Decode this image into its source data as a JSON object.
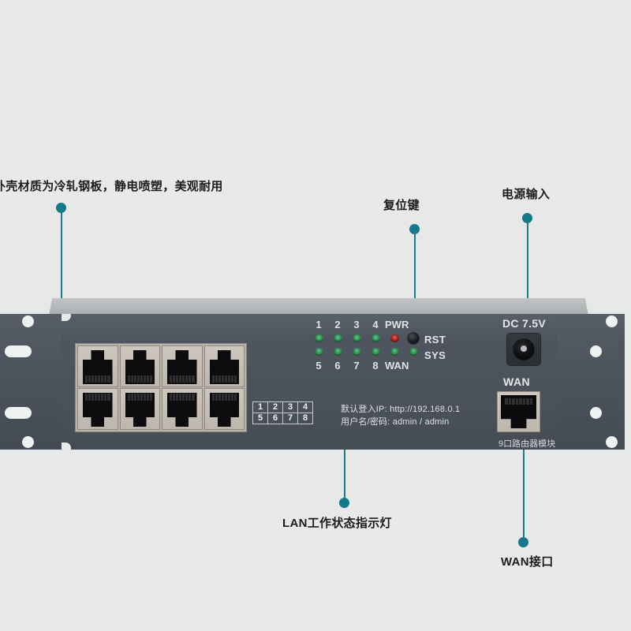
{
  "annotations": {
    "chassis": {
      "label": "外壳材质为冷轧钢板，静电喷塑，美观耐用"
    },
    "reset": {
      "label": "复位键"
    },
    "power_input": {
      "label": "电源输入"
    },
    "lan_leds": {
      "label": "LAN工作状态指示灯"
    },
    "wan_interface": {
      "label": "WAN接口"
    }
  },
  "device": {
    "led_panel": {
      "top_numbers": [
        "1",
        "2",
        "3",
        "4"
      ],
      "top_pwr_label": "PWR",
      "bottom_numbers": [
        "5",
        "6",
        "7",
        "8"
      ],
      "bottom_wan_label": "WAN",
      "rst_label": "RST",
      "sys_label": "SYS",
      "led_colors": {
        "green": "#2f8a50",
        "red": "#a8211d"
      },
      "top_leds": [
        "green",
        "green",
        "green",
        "green",
        "red"
      ],
      "bottom_leds": [
        "green",
        "green",
        "green",
        "green",
        "green",
        "green"
      ]
    },
    "port_grid": {
      "row1": [
        "1",
        "2",
        "3",
        "4"
      ],
      "row2": [
        "5",
        "6",
        "7",
        "8"
      ]
    },
    "info": {
      "line1": "默认登入IP: http://192.168.0.1",
      "line2": "用户名/密码: admin / admin"
    },
    "dc_label": "DC 7.5V",
    "wan_label": "WAN",
    "module_text": "9口路由器模块"
  },
  "colors": {
    "callout": "#15798c",
    "background": "#e8e9e9",
    "chassis": "#4a515a"
  }
}
